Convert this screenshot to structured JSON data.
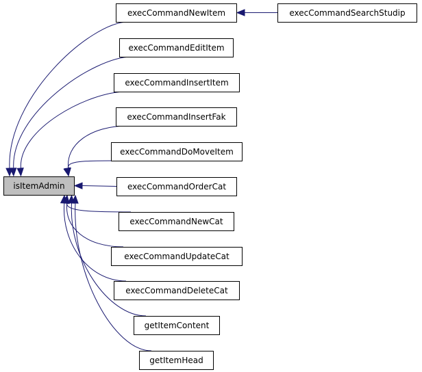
{
  "diagram": {
    "root": {
      "id": "isItemAdmin",
      "label": "isItemAdmin"
    },
    "callers": [
      {
        "id": "execCommandNewItem",
        "label": "execCommandNewItem"
      },
      {
        "id": "execCommandEditItem",
        "label": "execCommandEditItem"
      },
      {
        "id": "execCommandInsertItem",
        "label": "execCommandInsertItem"
      },
      {
        "id": "execCommandInsertFak",
        "label": "execCommandInsertFak"
      },
      {
        "id": "execCommandDoMoveItem",
        "label": "execCommandDoMoveItem"
      },
      {
        "id": "execCommandOrderCat",
        "label": "execCommandOrderCat"
      },
      {
        "id": "execCommandNewCat",
        "label": "execCommandNewCat"
      },
      {
        "id": "execCommandUpdateCat",
        "label": "execCommandUpdateCat"
      },
      {
        "id": "execCommandDeleteCat",
        "label": "execCommandDeleteCat"
      },
      {
        "id": "getItemContent",
        "label": "getItemContent"
      },
      {
        "id": "getItemHead",
        "label": "getItemHead"
      }
    ],
    "second_level": [
      {
        "id": "execCommandSearchStudip",
        "label": "execCommandSearchStudip",
        "calls": "execCommandNewItem"
      }
    ],
    "colors": {
      "edge": "#191970",
      "root_fill": "#bfbfbf",
      "node_fill": "#ffffff",
      "border": "#000000"
    }
  }
}
